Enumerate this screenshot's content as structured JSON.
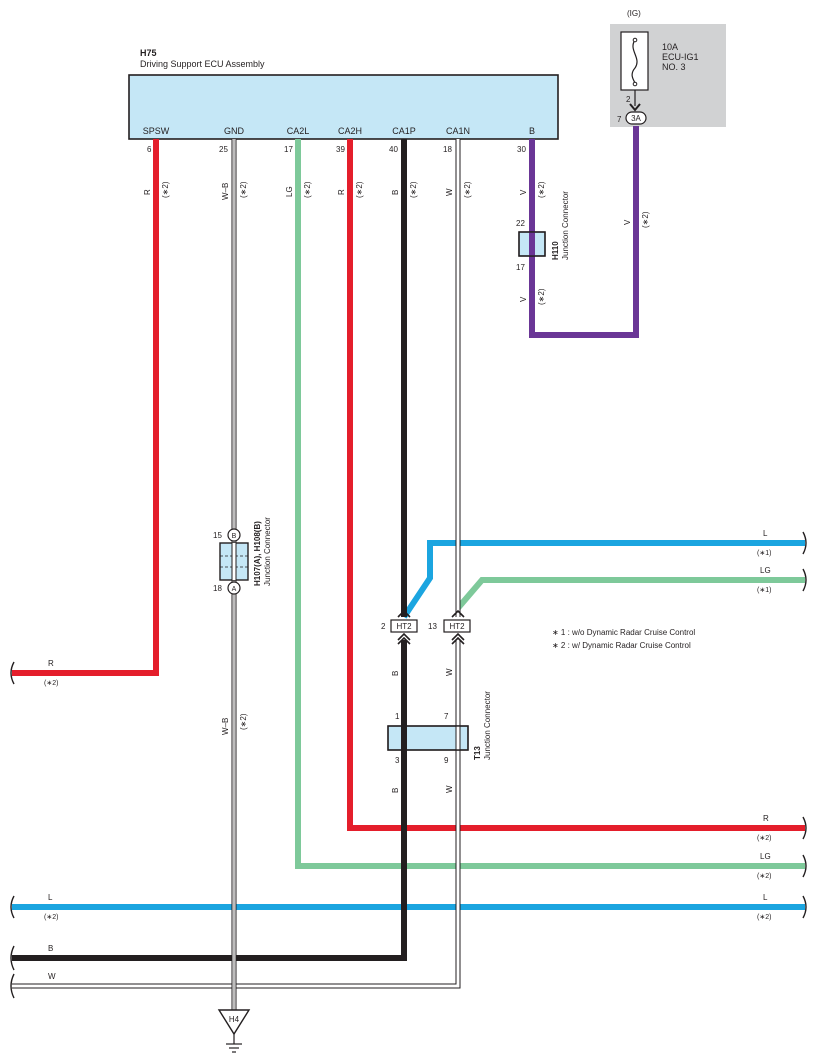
{
  "ecu": {
    "code": "H75",
    "name": "Driving Support ECU Assembly",
    "terminals": [
      {
        "label": "SPSW",
        "pin": "6"
      },
      {
        "label": "GND",
        "pin": "25"
      },
      {
        "label": "CA2L",
        "pin": "17"
      },
      {
        "label": "CA2H",
        "pin": "39"
      },
      {
        "label": "CA1P",
        "pin": "40"
      },
      {
        "label": "CA1N",
        "pin": "18"
      },
      {
        "label": "B",
        "pin": "30"
      }
    ]
  },
  "fuse": {
    "ig": "(IG)",
    "rating": "10A",
    "name1": "ECU-IG1",
    "name2": "NO. 3",
    "pin_top": "2",
    "pin_conn": "7",
    "conn": "3A"
  },
  "wire_colors": {
    "R": "R",
    "WB": "W–B",
    "LG": "LG",
    "B": "B",
    "W": "W",
    "V": "V",
    "L": "L"
  },
  "notes_tags": {
    "n1": "(∗1)",
    "n2": "(∗2)"
  },
  "junctions": {
    "h110": {
      "code": "H110",
      "desc": "Junction Connector",
      "pin_a": "22",
      "pin_b": "17"
    },
    "h107": {
      "code": "H107(A), H108(B)",
      "desc": "Junction Connector",
      "pin_b": "15",
      "pin_a": "18",
      "letter_b": "B",
      "letter_a": "A"
    },
    "t13": {
      "code": "T13",
      "desc": "Junction Connector",
      "p1": "1",
      "p7": "7",
      "p3": "3",
      "p9": "9"
    },
    "ht2_left": {
      "label": "HT2",
      "pin": "2"
    },
    "ht2_right": {
      "label": "HT2",
      "pin": "13"
    }
  },
  "ground": {
    "code": "H4"
  },
  "legend": [
    "∗ 1 : w/o Dynamic Radar Cruise Control",
    "∗ 2 : w/ Dynamic Radar Cruise Control"
  ],
  "colors": {
    "red": "#e41e2b",
    "black": "#231f20",
    "green": "#7ec99a",
    "blue": "#1ba5e0",
    "purple": "#6a3696",
    "ecu_fill": "#c5e7f6",
    "fuse_box": "#d1d2d3"
  }
}
